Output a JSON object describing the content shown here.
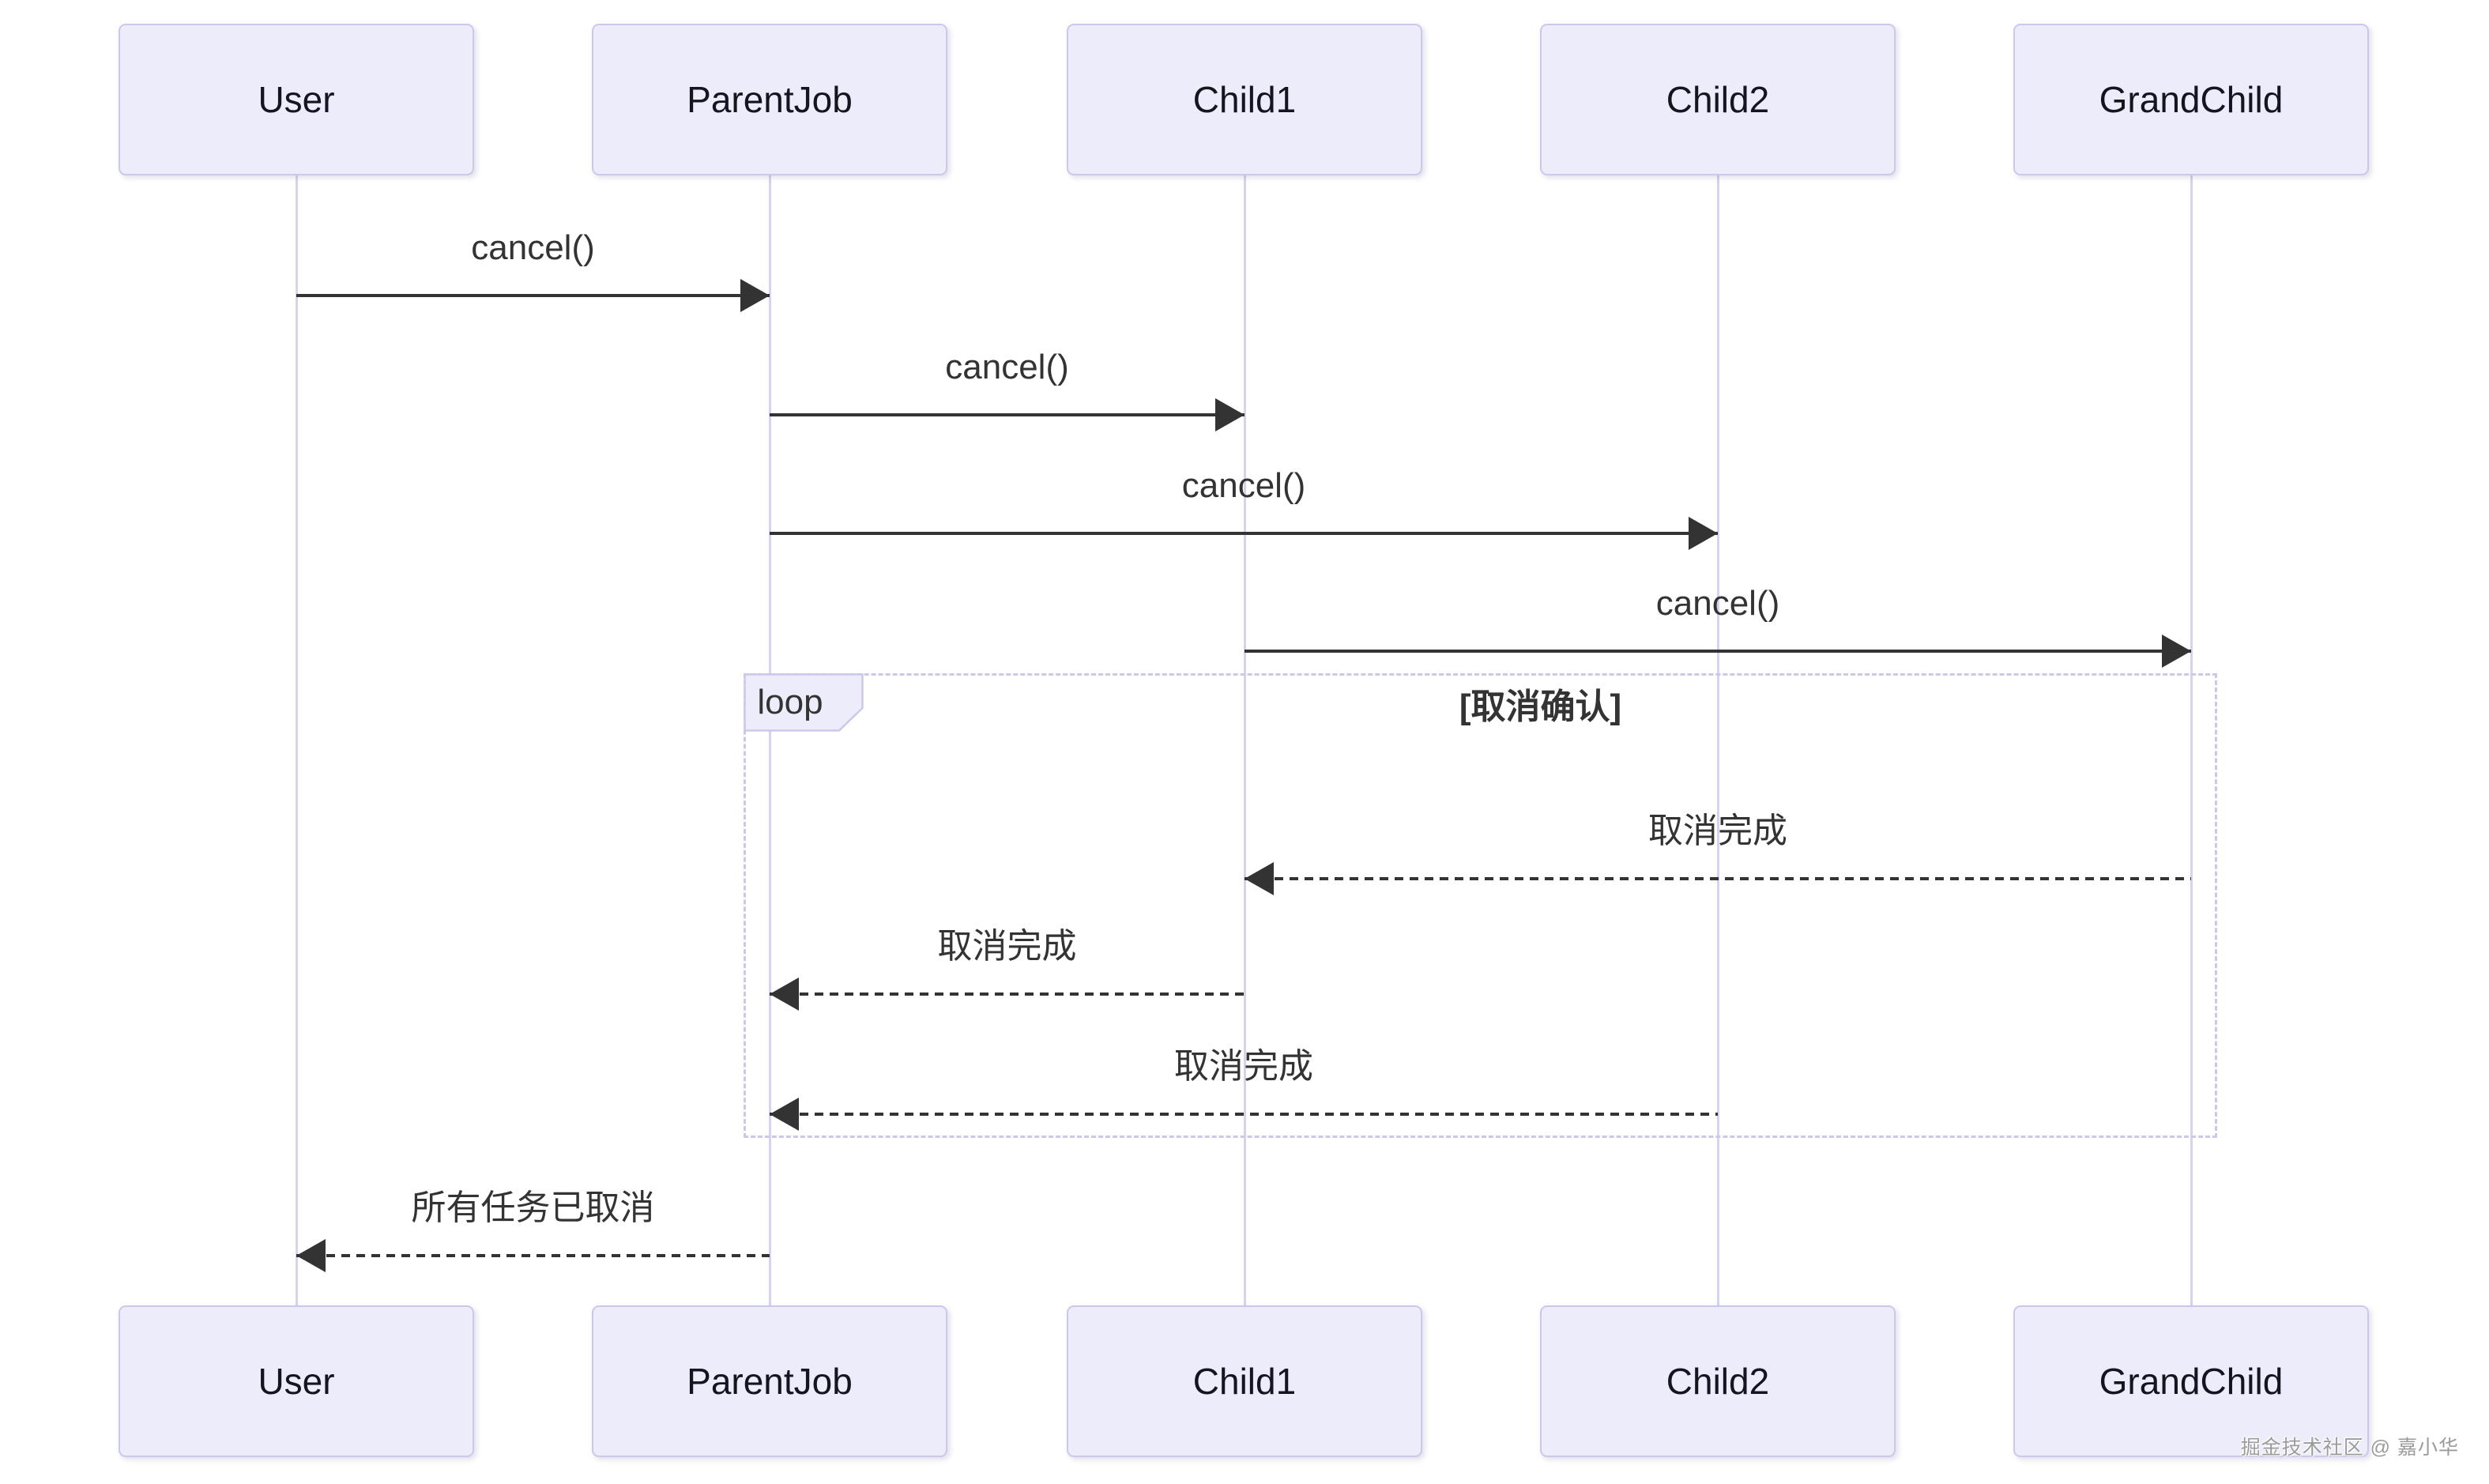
{
  "diagram": {
    "type": "sequence-diagram",
    "actors": [
      {
        "id": "user",
        "label": "User"
      },
      {
        "id": "parentjob",
        "label": "ParentJob"
      },
      {
        "id": "child1",
        "label": "Child1"
      },
      {
        "id": "child2",
        "label": "Child2"
      },
      {
        "id": "grandchild",
        "label": "GrandChild"
      }
    ],
    "messages": [
      {
        "from": "user",
        "to": "parentjob",
        "label": "cancel()",
        "line": "solid"
      },
      {
        "from": "parentjob",
        "to": "child1",
        "label": "cancel()",
        "line": "solid"
      },
      {
        "from": "parentjob",
        "to": "child2",
        "label": "cancel()",
        "line": "solid"
      },
      {
        "from": "child1",
        "to": "grandchild",
        "label": "cancel()",
        "line": "solid"
      },
      {
        "from": "grandchild",
        "to": "child1",
        "label": "取消完成",
        "line": "dashed"
      },
      {
        "from": "child1",
        "to": "parentjob",
        "label": "取消完成",
        "line": "dashed"
      },
      {
        "from": "child2",
        "to": "parentjob",
        "label": "取消完成",
        "line": "dashed"
      },
      {
        "from": "parentjob",
        "to": "user",
        "label": "所有任务已取消",
        "line": "dashed"
      }
    ],
    "loop_block": {
      "label": "loop",
      "condition": "[取消确认]"
    },
    "watermark": "掘金技术社区 @ 嘉小华",
    "colors": {
      "actor_fill": "#ECECFB",
      "actor_border": "#CCC8EC",
      "lifeline": "#D6D2F0",
      "message": "#333333",
      "loop_border": "#CCC8EA",
      "loop_tab_fill": "#ECECFB"
    }
  }
}
